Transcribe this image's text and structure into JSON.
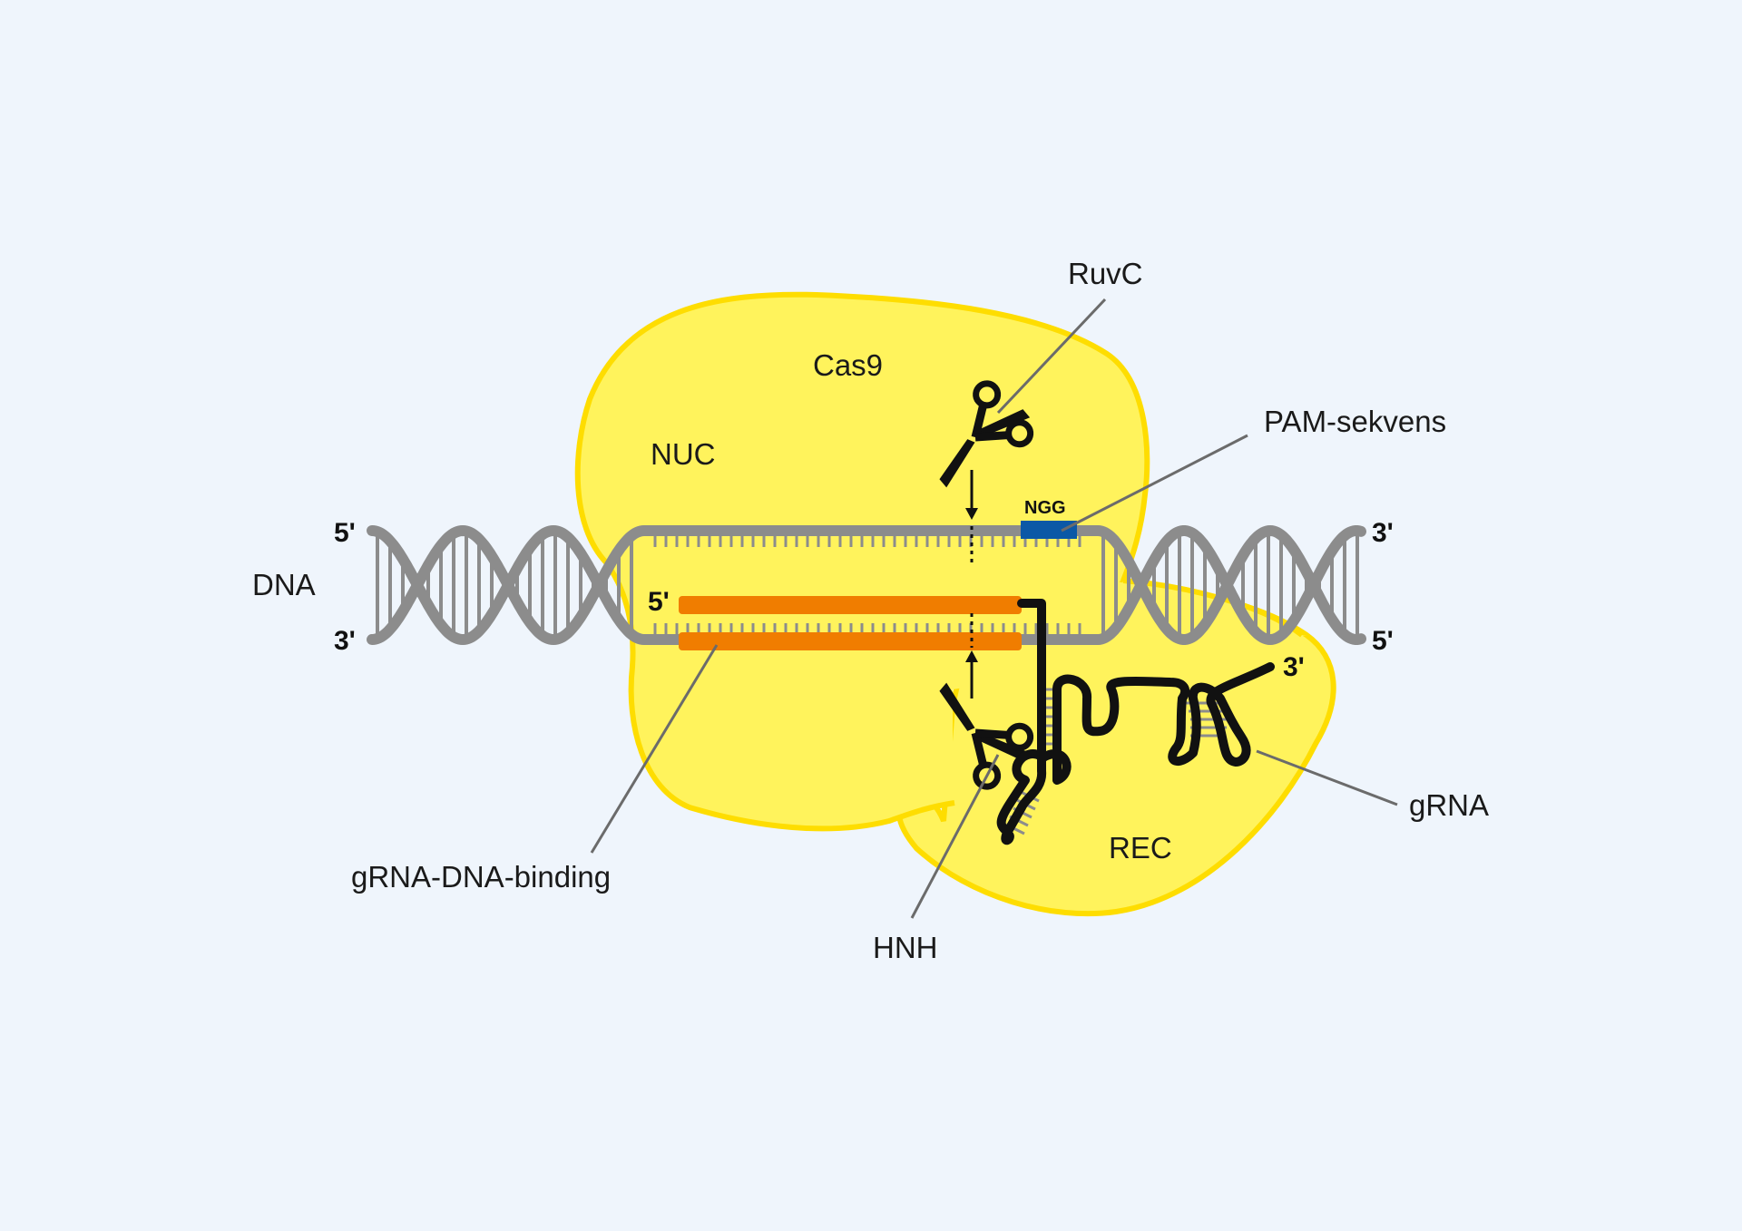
{
  "diagram": {
    "protein": {
      "name": "Cas9",
      "lobes": {
        "nuc": "NUC",
        "rec": "REC"
      }
    },
    "dna": {
      "label": "DNA",
      "top_left_end": "5'",
      "bottom_left_end": "3'",
      "top_right_end": "3'",
      "bottom_right_end": "5'"
    },
    "pam": {
      "sequence": "NGG",
      "label": "PAM-sekvens",
      "color": "#0b58a6"
    },
    "guide": {
      "start_end": "5'",
      "end_end": "3'",
      "label": "gRNA",
      "binding_label": "gRNA-DNA-binding",
      "binding_color": "#f07d00"
    },
    "domains": {
      "ruvc": "RuvC",
      "hnh": "HNH"
    },
    "colors": {
      "background": "#eff5fc",
      "protein_fill": "#fff35c",
      "protein_outline": "#fedd00",
      "dna_backbone": "#8c8c8c",
      "rna": "#111111",
      "leader_lines": "#6b6b6b"
    }
  }
}
